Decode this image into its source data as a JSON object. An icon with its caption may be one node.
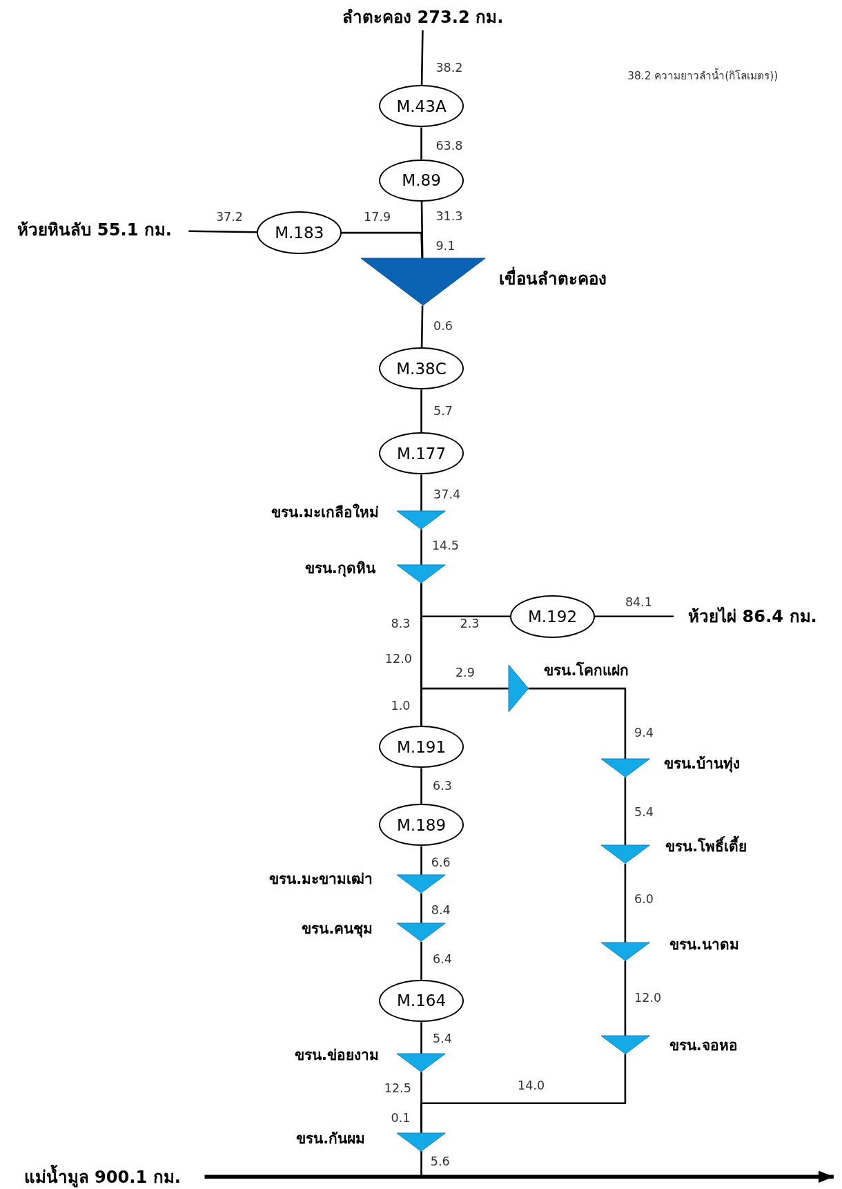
{
  "diagram": {
    "nodes": [
      {
        "text": [
          "ลำตะคอง 273.2 กม."
        ]
      },
      {
        "text": [
          "M.43A"
        ]
      },
      {
        "text": [
          "M.89"
        ]
      },
      {
        "text": [
          "M.183"
        ]
      },
      {
        "text": [
          "ห้วยหินลับ 55.1 กม."
        ]
      },
      {
        "text": [],
        "shape": "triangle",
        "beside": [
          "เขื่อนลำตะคอง"
        ]
      },
      {
        "text": [
          "M.38C"
        ]
      },
      {
        "text": [
          "M.177"
        ]
      },
      {
        "text": [],
        "shape": "triangle",
        "beside": [
          "ขรน.มะเกลือใหม่"
        ]
      },
      {
        "text": [],
        "shape": "triangle",
        "beside": [
          "ขรน.กุดหิน"
        ]
      },
      {
        "text": [
          "M.192"
        ]
      },
      {
        "text": [
          "ห้วยไผ่ 86.4 กม."
        ]
      },
      {
        "text": [],
        "shape": "triangle",
        "beside": [
          "ขรน.โคกแฝก"
        ]
      },
      {
        "text": [
          "M.191"
        ]
      },
      {
        "text": [],
        "shape": "triangle",
        "beside": [
          "ขรน.บ้านทุ่ง"
        ]
      },
      {
        "text": [
          "M.189"
        ]
      },
      {
        "text": [],
        "shape": "triangle",
        "beside": [
          "ขรน.โพธิ์เตี้ย"
        ]
      },
      {
        "text": [],
        "shape": "triangle",
        "beside": [
          "ขรน.มะขามเฒ่า"
        ]
      },
      {
        "text": [],
        "shape": "triangle",
        "beside": [
          "ขรน.คนชุม"
        ]
      },
      {
        "text": [],
        "shape": "triangle",
        "beside": [
          "ขรน.นาดม"
        ]
      },
      {
        "text": [
          "M.164"
        ]
      },
      {
        "text": [],
        "shape": "triangle",
        "beside": [
          "ขรน.จอหอ"
        ]
      },
      {
        "text": [],
        "shape": "triangle",
        "beside": [
          "ขรน.ข่อยงาม"
        ]
      },
      {
        "text": [],
        "shape": "triangle",
        "beside": [
          "ขรน.กันผม"
        ]
      },
      {
        "text": [
          "แม่น้ำมูล 900.1 กม."
        ]
      }
    ],
    "edges": [
      {
        "from": 0,
        "to": 1,
        "arrow": "none",
        "label": "38.2"
      },
      {
        "from": 1,
        "to": 2,
        "arrow": "none",
        "label": "63.8"
      },
      {
        "from": 4,
        "to": 3,
        "arrow": "none",
        "label": "37.2"
      },
      {
        "from": 3,
        "to": 5,
        "arrow": "none",
        "label": "17.9"
      },
      {
        "from": 2,
        "to": 5,
        "arrow": "none",
        "label": "31.3"
      },
      {
        "from": 5,
        "to": 6,
        "arrow": "none",
        "label": "0.6"
      },
      {
        "from": 6,
        "to": 7,
        "arrow": "none",
        "label": "5.7"
      },
      {
        "from": 7,
        "to": 8,
        "arrow": "none",
        "label": "37.4"
      },
      {
        "from": 8,
        "to": 9,
        "arrow": "none",
        "label": "14.5"
      },
      {
        "from": 9,
        "to": 13,
        "arrow": "none",
        "label": "8.3"
      },
      {
        "from": 10,
        "to": 13,
        "arrow": "none",
        "label": "2.3"
      },
      {
        "from": 11,
        "to": 10,
        "arrow": "none",
        "label": "84.1"
      },
      {
        "from": 9,
        "to": 12,
        "arrow": "none",
        "label": "2.9"
      },
      {
        "from": 12,
        "to": 14,
        "arrow": "none",
        "label": "9.4"
      },
      {
        "from": 13,
        "to": 15,
        "arrow": "none",
        "label": "6.3"
      },
      {
        "from": 14,
        "to": 16,
        "arrow": "none",
        "label": "5.4"
      },
      {
        "from": 15,
        "to": 17,
        "arrow": "none",
        "label": "6.6"
      },
      {
        "from": 16,
        "to": 19,
        "arrow": "none",
        "label": "6.0"
      },
      {
        "from": 17,
        "to": 18,
        "arrow": "none",
        "label": "8.4"
      },
      {
        "from": 18,
        "to": 20,
        "arrow": "none",
        "label": "6.4"
      },
      {
        "from": 19,
        "to": 21,
        "arrow": "none",
        "label": "12.0"
      },
      {
        "from": 20,
        "to": 22,
        "arrow": "none",
        "label": "5.4"
      },
      {
        "from": 21,
        "to": 23,
        "arrow": "none",
        "label": "14.0"
      },
      {
        "from": 22,
        "to": 23,
        "arrow": "none",
        "label": "12.5"
      },
      {
        "from": 23,
        "to": null,
        "arrow": "none",
        "label": "5.6"
      },
      {
        "from": 24,
        "to": null,
        "arrow": "to",
        "style": "thick"
      }
    ],
    "labels": [
      "38.2 ความยาวลำน้ำ(กิโลเมตร))",
      "9.1",
      "12.0",
      "1.0",
      "0.1"
    ]
  }
}
